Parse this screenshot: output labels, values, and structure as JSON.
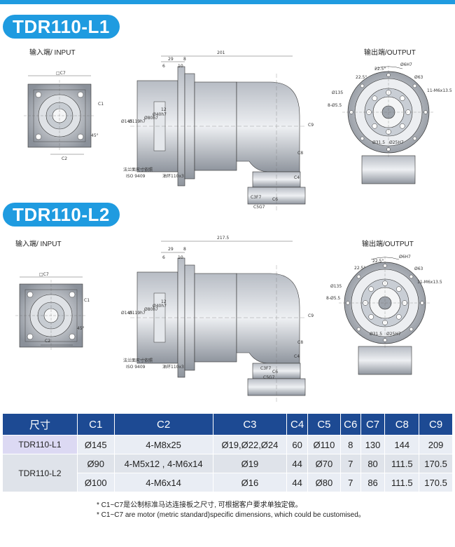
{
  "sections": [
    {
      "title": "TDR110-L1",
      "input_label": "输入端/ INPUT",
      "output_label": "输出端/OUTPUT",
      "dims": {
        "total": "201",
        "d29": "29",
        "d8": "8",
        "d6": "6",
        "d10": "10",
        "d12": "12",
        "c7": "□C7",
        "c2": "C2",
        "c1": "C1",
        "deg45": "45°",
        "phi145": "Ø145",
        "phi119": "Ø119h7",
        "phi80": "Ø80h7",
        "phi40": "Ø40h7",
        "c9": "C9",
        "c8": "C8",
        "c4": "C4",
        "c6": "C6",
        "c3": "C3F7",
        "c5": "C5G7",
        "note1": "法兰面尺寸依照",
        "note2": "ISO 9409",
        "oil": "油环110x3",
        "ang1": "22.5°",
        "ang2": "22.5°",
        "phi6": "Ø6H7",
        "phi63": "Ø63",
        "phi135": "Ø135",
        "holes8": "8-Ø5.5",
        "holes11": "11-M6x13.5",
        "phi31": "Ø31.5",
        "phi25": "Ø25H7"
      }
    },
    {
      "title": "TDR110-L2",
      "input_label": "输入端/ INPUT",
      "output_label": "输出端/OUTPUT",
      "dims": {
        "total": "217.5",
        "d29": "29",
        "d8": "8",
        "d6": "6",
        "d10": "10",
        "d12": "12",
        "c7": "□C7",
        "c2": "C2",
        "c1": "C1",
        "deg45": "45°",
        "phi145": "Ø145",
        "phi119": "Ø119h7",
        "phi80": "Ø80h7",
        "phi40": "Ø40h7",
        "c9": "C9",
        "c8": "C8",
        "c4": "C4",
        "c6": "C6",
        "c3": "C3F7",
        "c5": "C5G7",
        "note1": "法兰面尺寸依照",
        "note2": "ISO 9409",
        "oil": "油环110x3",
        "ang1": "22.5°",
        "ang2": "22.5°",
        "phi6": "Ø6H7",
        "phi63": "Ø63",
        "phi135": "Ø135",
        "holes8": "8-Ø5.5",
        "holes11": "11-M6x13.5",
        "phi31": "Ø31.5",
        "phi25": "Ø25H7"
      }
    }
  ],
  "table": {
    "headers": [
      "尺寸",
      "C1",
      "C2",
      "C3",
      "C4",
      "C5",
      "C6",
      "C7",
      "C8",
      "C9"
    ],
    "model1": "TDR110-L1",
    "row1": [
      "Ø145",
      "4-M8x25",
      "Ø19,Ø22,Ø24",
      "60",
      "Ø110",
      "8",
      "130",
      "144",
      "209"
    ],
    "model2": "TDR110-L2",
    "row2": [
      "Ø90",
      "4-M5x12 , 4-M6x14",
      "Ø19",
      "44",
      "Ø70",
      "7",
      "80",
      "111.5",
      "170.5"
    ],
    "row3": [
      "Ø100",
      "4-M6x14",
      "Ø16",
      "44",
      "Ø80",
      "7",
      "86",
      "111.5",
      "170.5"
    ]
  },
  "notes": {
    "line1": "* C1~C7是公制标准马达连接板之尺寸, 可根据客户要求单独定做。",
    "line2": "* C1~C7 are motor (metric standard)specific dimensions, which could be customised。"
  }
}
